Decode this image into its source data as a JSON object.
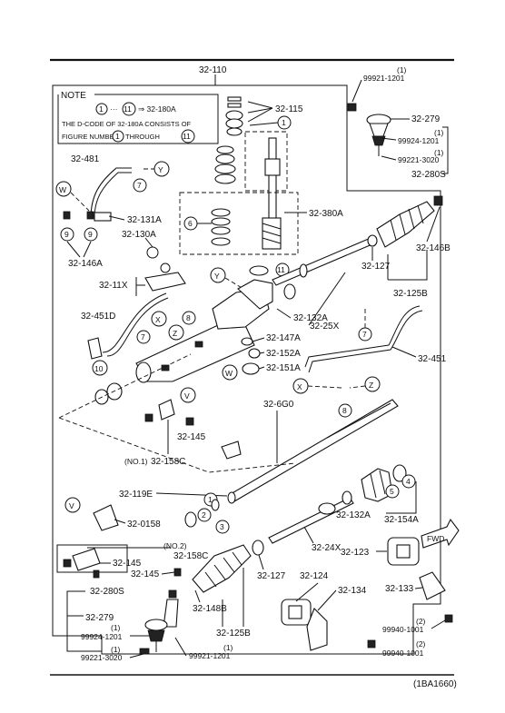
{
  "diagram": {
    "code": "(1BA1660)",
    "note": {
      "title": "NOTE",
      "line1_start": "1",
      "line1_dots": "···",
      "line1_end": "11",
      "line1_arrow": "⇒ 32-180A",
      "line2": "THE D-CODE OF 32-180A CONSISTS OF",
      "line3_a": "FIGURE NUMBERS",
      "line3_n1": "1",
      "line3_b": "THROUGH",
      "line3_n2": "11"
    },
    "labels": {
      "p32_110": "32-110",
      "p99921_1201_top": "99921-1201",
      "q1_top": "(1)",
      "p32_115": "32-115",
      "p32_279_top": "32-279",
      "p99924_1201_top": "99924-1201",
      "q1_b": "(1)",
      "p99221_3020_top": "99221-3020",
      "q1_c": "(1)",
      "p32_280s_top": "32-280S",
      "p32_481": "32-481",
      "p32_380a": "32-380A",
      "p32_131a": "32-131A",
      "p32_130a": "32-130A",
      "p32_146a": "32-146A",
      "p32_146b": "32-146B",
      "p32_127_top": "32-127",
      "p32_125b_top": "32-125B",
      "p32_11x": "32-11X",
      "p32_451d": "32-451D",
      "p32_132a_top": "32-132A",
      "p32_25x": "32-25X",
      "p32_147a": "32-147A",
      "p32_152a": "32-152A",
      "p32_151a": "32-151A",
      "p32_451": "32-451",
      "p32_6g0": "32-6G0",
      "p32_145_top": "32-145",
      "p32_158c_top": "32-158C",
      "no1": "(NO.1)",
      "p32_119e": "32-119E",
      "p32_0158": "32-0158",
      "no2": "(NO.2)",
      "p32_158c_bot": "32-158C",
      "p32_145_b1": "32-145",
      "p32_145_b2": "32-145",
      "p32_132a_bot": "32-132A",
      "p32_154a": "32-154A",
      "p32_24x": "32-24X",
      "p32_123": "32-123",
      "p32_133": "32-133",
      "p32_127_bot": "32-127",
      "p32_124": "32-124",
      "p32_134": "32-134",
      "p32_148b_bot": "32-148B",
      "p32_125b_bot": "32-125B",
      "p32_280s_bot": "32-280S",
      "p32_279_bot": "32-279",
      "p99924_1201_bot": "99924-1201",
      "q1_d": "(1)",
      "p99221_3020_bot": "99221-3020",
      "q1_e": "(1)",
      "p99921_1201_bot": "99921-1201",
      "q1_f": "(1)",
      "p99940_1001_a": "99940-1001",
      "q2_a": "(2)",
      "p99940_1001_b": "99940-1001",
      "q2_b": "(2)",
      "fwd": "FWD"
    },
    "callouts": {
      "n1": "1",
      "n2": "2",
      "n3": "3",
      "n4": "4",
      "n5": "5",
      "n6": "6",
      "n7": "7",
      "n8": "8",
      "n9": "9",
      "n10": "10",
      "n11": "11",
      "X": "X",
      "Y": "Y",
      "Z": "Z",
      "V": "V",
      "W": "W"
    }
  }
}
